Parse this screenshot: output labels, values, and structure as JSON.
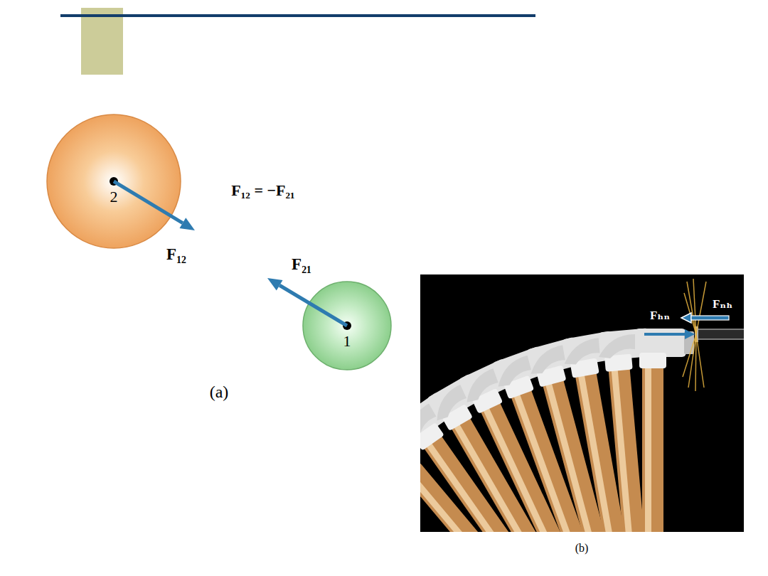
{
  "diagram": {
    "nodes": [
      {
        "text": [
          "2"
        ]
      },
      {
        "text": [
          "1"
        ]
      }
    ],
    "labels": [
      "F₁₂ = −F₂₁",
      "F₁₂",
      "F₂₁",
      "(a)",
      "Fₙₕ",
      "Fₕₙ",
      "(b)"
    ]
  }
}
